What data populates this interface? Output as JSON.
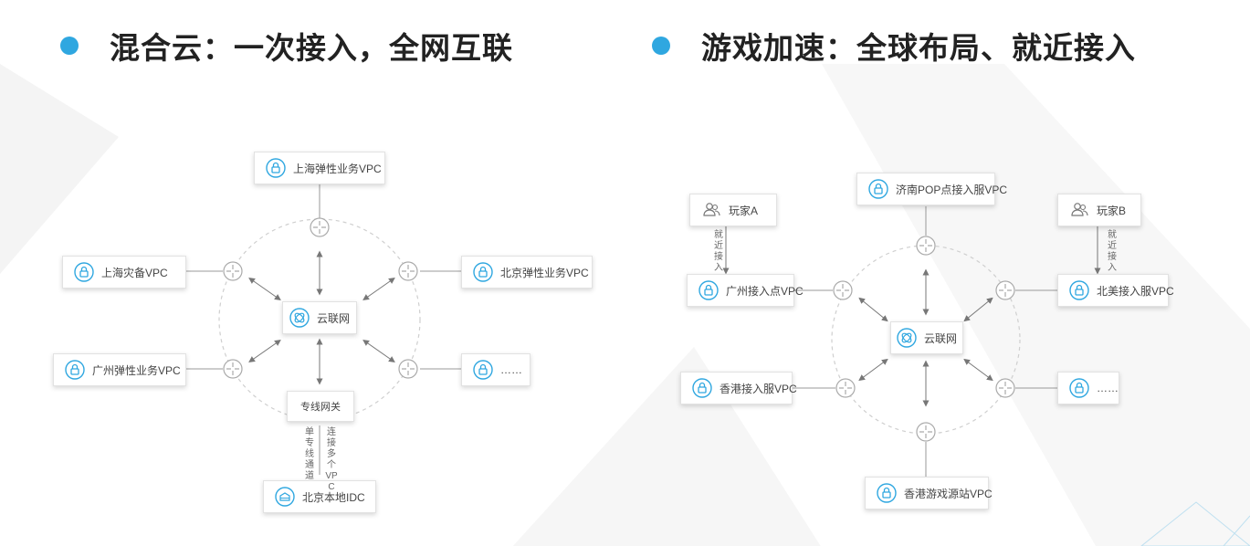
{
  "left": {
    "title": "混合云：一次接入，全网互联",
    "top_node": "上海弹性业务VPC",
    "left_upper_node": "上海灾备VPC",
    "left_lower_node": "广州弹性业务VPC",
    "right_upper_node": "北京弹性业务VPC",
    "right_lower_node": "……",
    "center_node": "云联网",
    "gateway_node": "专线网关",
    "idc_node": "北京本地IDC",
    "label_single_line": "单专线通道",
    "label_multi_vpc": "连接多个VPC"
  },
  "right": {
    "title": "游戏加速：全球布局、就近接入",
    "top_node": "济南POP点接入服VPC",
    "player_a": "玩家A",
    "player_b": "玩家B",
    "label_near_a": "就近接入",
    "label_near_b": "就近接入",
    "left_upper_node": "广州接入点VPC",
    "left_lower_node": "香港接入服VPC",
    "right_upper_node": "北美接入服VPC",
    "right_lower_node": "……",
    "center_node": "云联网",
    "bottom_node": "香港游戏源站VPC"
  },
  "colors": {
    "accent": "#2fa7e0",
    "bullet": "#2fa7e0"
  },
  "icons": {
    "bullet": "bullet-dot-icon",
    "vpc": "lock-icon",
    "router": "router-icon",
    "cloud": "cloud-connect-icon",
    "user": "users-icon",
    "idc": "idc-icon"
  }
}
